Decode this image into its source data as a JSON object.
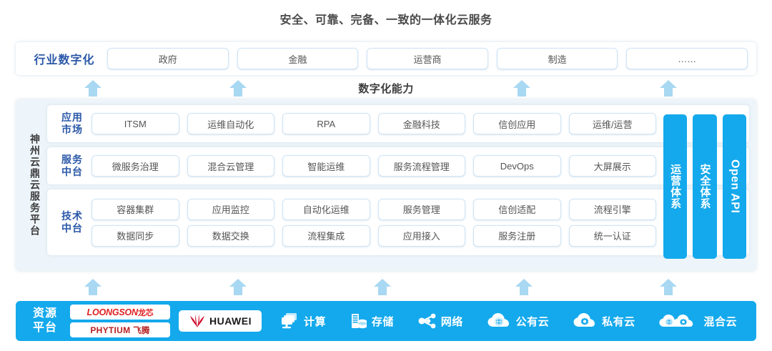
{
  "title": "安全、可靠、完备、一致的一体化云服务",
  "caption_digital": "数字化能力",
  "industry": {
    "label": "行业数字化",
    "items": [
      {
        "label": "政府"
      },
      {
        "label": "金融"
      },
      {
        "label": "运营商"
      },
      {
        "label": "制造"
      },
      {
        "label": "……"
      }
    ]
  },
  "platform": {
    "vlabel": "神州云鼎云服务平台",
    "rows": [
      {
        "label": "应用\n市场",
        "label_line1": "应用",
        "label_line2": "市场",
        "items": [
          "ITSM",
          "运维自动化",
          "RPA",
          "金融科技",
          "信创应用",
          "运维/运营"
        ]
      },
      {
        "label_line1": "服务",
        "label_line2": "中台",
        "items": [
          "微服务治理",
          "混合云管理",
          "智能运维",
          "服务流程管理",
          "DevOps",
          "大屏展示"
        ]
      },
      {
        "label_line1": "技术",
        "label_line2": "中台",
        "items_row1": [
          "容器集群",
          "应用监控",
          "自动化运维",
          "服务管理",
          "信创适配",
          "流程引擎"
        ],
        "items_row2": [
          "数据同步",
          "数据交换",
          "流程集成",
          "应用接入",
          "服务注册",
          "统一认证"
        ]
      }
    ],
    "vbars": [
      {
        "label": "运营体系",
        "type": "cjk"
      },
      {
        "label": "安全体系",
        "type": "cjk"
      },
      {
        "label": "Open API",
        "type": "latin"
      }
    ]
  },
  "resource": {
    "label_line1": "资源",
    "label_line2": "平台",
    "logos": [
      {
        "name": "loongson",
        "latin": "LOONGSON",
        "cn": "龙芯"
      },
      {
        "name": "phytium",
        "latin": "PHYTIUM",
        "cn": "飞腾"
      },
      {
        "name": "huawei",
        "latin": "HUAWEI",
        "cn": ""
      }
    ],
    "items": [
      {
        "label": "计算",
        "icon": "compute-icon"
      },
      {
        "label": "存储",
        "icon": "storage-icon"
      },
      {
        "label": "网络",
        "icon": "network-icon"
      },
      {
        "label": "公有云",
        "icon": "public-cloud-icon"
      },
      {
        "label": "私有云",
        "icon": "private-cloud-icon"
      },
      {
        "label": "混合云",
        "icon": "hybrid-cloud-icon"
      }
    ]
  },
  "arrows": {
    "upper": [
      130,
      333,
      730,
      935
    ],
    "lower": [
      130,
      333,
      535,
      733,
      935
    ]
  },
  "colors": {
    "brand_blue": "#14a9ec",
    "arrow_blue": "#a8d8f2",
    "label_blue": "#2b58a8",
    "panel_bg": "#eef5fa",
    "pill_border": "#cfe4f5",
    "text_dark": "#4a4a4a",
    "loongson_red": "#e02020",
    "phytium_red": "#b51f20"
  }
}
